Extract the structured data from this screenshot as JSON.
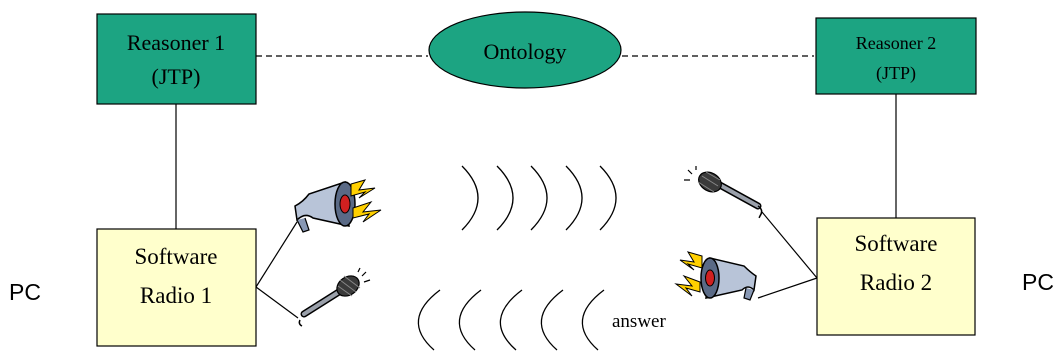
{
  "diagram": {
    "ontology": {
      "label": "Ontology"
    },
    "reasoner1": {
      "line1": "Reasoner 1",
      "line2": "(JTP)"
    },
    "reasoner2": {
      "line1": "Reasoner 2",
      "line2": "(JTP)"
    },
    "radio1": {
      "line1": "Software",
      "line2": "Radio 1"
    },
    "radio2": {
      "line1": "Software",
      "line2": "Radio 2"
    },
    "pc_left": "PC",
    "pc_right": "PC",
    "answer_label": "answer",
    "icons": [
      "speaker-icon",
      "microphone-icon"
    ],
    "colors": {
      "reasoner_fill": "#1ca482",
      "ontology_fill": "#1ca482",
      "radio_fill": "#ffffcc",
      "stroke": "#000000"
    }
  }
}
